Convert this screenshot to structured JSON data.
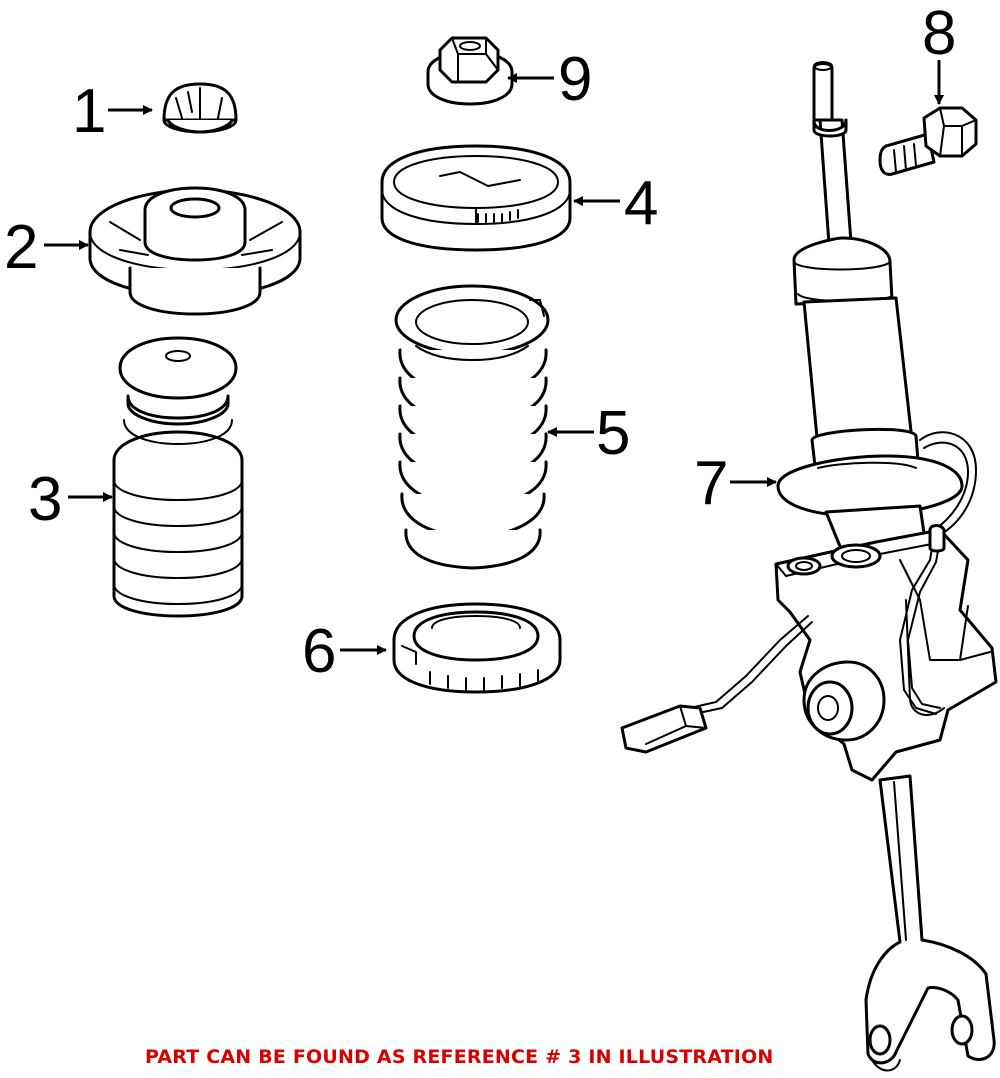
{
  "callouts": [
    {
      "id": "1",
      "label": "1"
    },
    {
      "id": "2",
      "label": "2"
    },
    {
      "id": "3",
      "label": "3"
    },
    {
      "id": "4",
      "label": "4"
    },
    {
      "id": "5",
      "label": "5"
    },
    {
      "id": "6",
      "label": "6"
    },
    {
      "id": "7",
      "label": "7"
    },
    {
      "id": "8",
      "label": "8"
    },
    {
      "id": "9",
      "label": "9"
    }
  ],
  "footer": {
    "note": "PART CAN BE FOUND AS REFERENCE # 3 IN ILLUSTRATION",
    "color": "#d90000"
  }
}
